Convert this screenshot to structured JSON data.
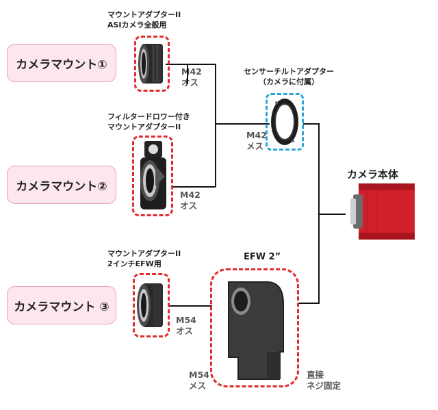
{
  "mounts": [
    {
      "label": "カメラマウント①"
    },
    {
      "label": "カメラマウント②"
    },
    {
      "label": "カメラマウント ③"
    }
  ],
  "adapters": {
    "asi": {
      "line1": "マウントアダプターII",
      "line2": "ASIカメラ全般用",
      "port1": "M42",
      "port2": "オス"
    },
    "filter_drawer": {
      "line1": "フィルタードロワー付き",
      "line2": "マウントアダプターII",
      "port1": "M42",
      "port2": "オス"
    },
    "efw_adapter": {
      "line1": "マウントアダプターII",
      "line2": "2インチEFW用",
      "port1": "M54",
      "port2": "オス"
    }
  },
  "tilt": {
    "line1": "センサーチルトアダプター",
    "line2": "（カメラに付属）",
    "port1": "M42",
    "port2": "メス"
  },
  "efw": {
    "title": "EFW 2”",
    "port1": "M54",
    "port2": "メス",
    "note1": "直接",
    "note2": "ネジ固定"
  },
  "camera": {
    "title": "カメラ本体"
  },
  "colors": {
    "red_dash": "#e02b2b",
    "blue_dash": "#2aa6d6",
    "mount_fill": "#fde6ee",
    "camera_body": "#d0202a"
  }
}
